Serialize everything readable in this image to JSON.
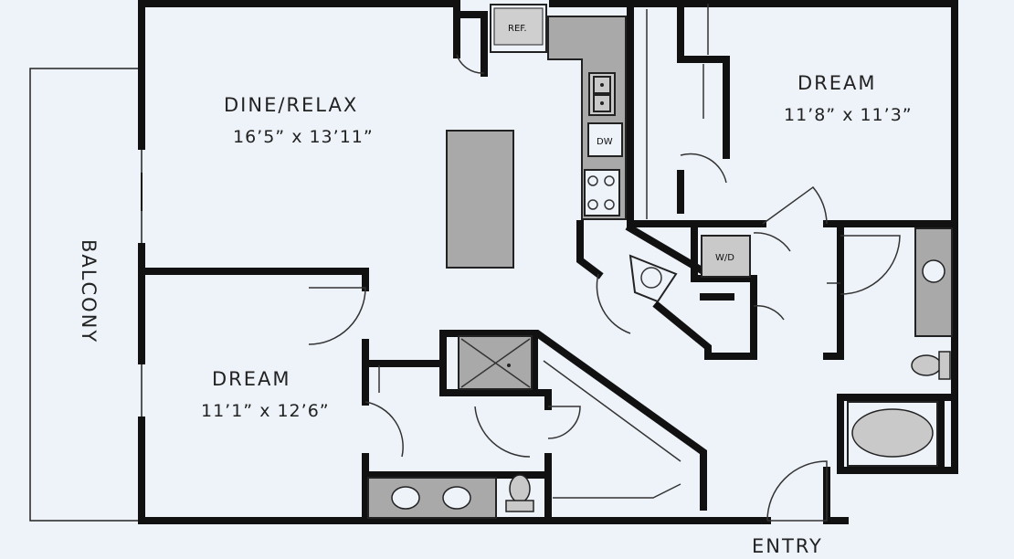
{
  "rooms": {
    "dine_relax": {
      "name": "DINE/RELAX",
      "dimensions": "16’5” x 13’11”"
    },
    "dream_top": {
      "name": "DREAM",
      "dimensions": "11’8” x 11’3”"
    },
    "dream_bottom": {
      "name": "DREAM",
      "dimensions": "11’1” x 12’6”"
    },
    "balcony": {
      "name": "BALCONY"
    },
    "entry": {
      "name": "ENTRY"
    }
  },
  "appliances": {
    "refrigerator": "REF.",
    "dishwasher": "DW",
    "washer_dryer": "W/D"
  },
  "colors": {
    "background": "#eef3fa",
    "wall": "#111111",
    "fixture": "#a9a9a9"
  }
}
